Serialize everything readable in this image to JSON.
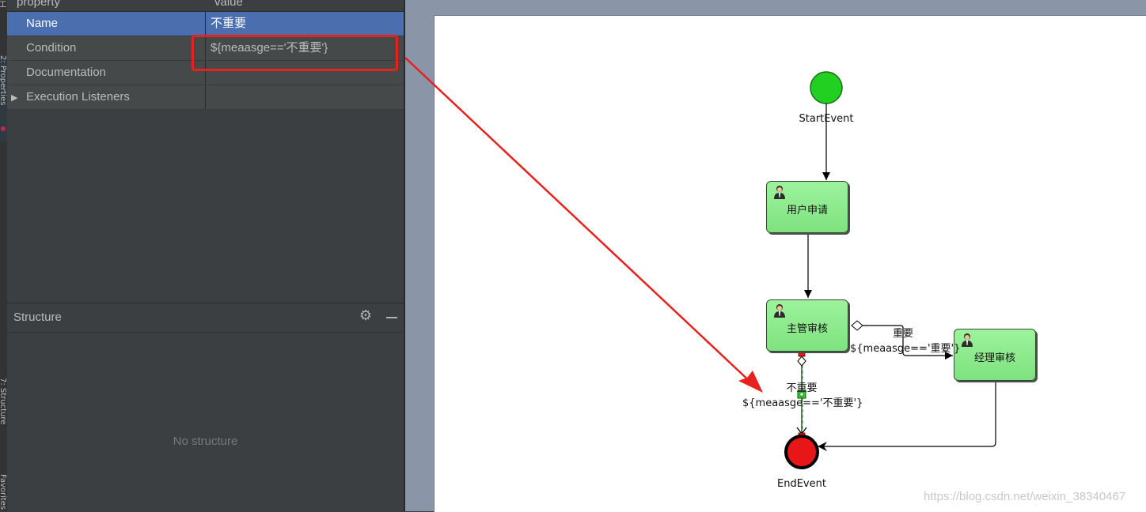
{
  "sidebar": {
    "strip_labels": [
      "工",
      "2: Properties",
      "7: Structure",
      "Favorites"
    ]
  },
  "properties": {
    "header": {
      "property": "property",
      "value": "value"
    },
    "rows": [
      {
        "key": "Name",
        "value": "不重要",
        "selected": true
      },
      {
        "key": "Condition",
        "value": "${meaasge=='不重要'}",
        "selected": false
      },
      {
        "key": "Documentation",
        "value": "",
        "selected": false
      },
      {
        "key": "Execution Listeners",
        "value": "",
        "selected": false,
        "expandable": true
      }
    ]
  },
  "structure": {
    "title": "Structure",
    "empty_text": "No structure",
    "gear_icon": "gear-icon",
    "minimize_icon": "minimize-icon"
  },
  "diagram": {
    "start_event": "StartEvent",
    "end_event": "EndEvent",
    "tasks": {
      "apply": "用户申请",
      "supervisor": "主管审核",
      "manager": "经理审核"
    },
    "flows": {
      "important_name": "重要",
      "important_condition": "${meaasge=='重要'}",
      "not_important_name": "不重要",
      "not_important_condition": "${meaasge=='不重要'}"
    },
    "colors": {
      "start": "#22d022",
      "end": "#e81616",
      "task": "#8ded8d",
      "annotation": "#e8211c"
    }
  },
  "watermark": "https://blog.csdn.net/weixin_38340467"
}
